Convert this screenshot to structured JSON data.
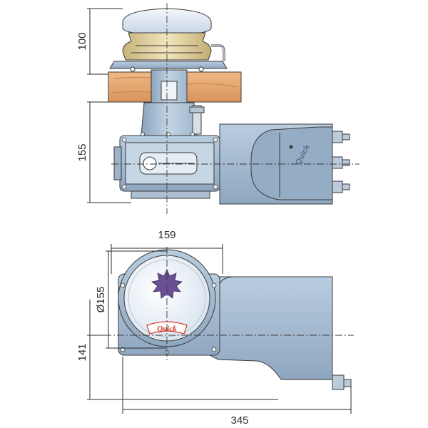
{
  "dimensions": {
    "capstan_height": "100",
    "underdeck_height": "155",
    "width_top": "159",
    "drum_diameter": "Ø155",
    "lower_height": "141",
    "overall_length": "345"
  },
  "brand": {
    "name": "Quick",
    "logo_color": "#d33a2c"
  },
  "colors": {
    "motor_blue": "#9fb6cc",
    "motor_light": "#c9d8e6",
    "deck_wood": "#e4a76f",
    "capstan_gold": "#e8d7a2",
    "outline": "#2b2b2b"
  }
}
